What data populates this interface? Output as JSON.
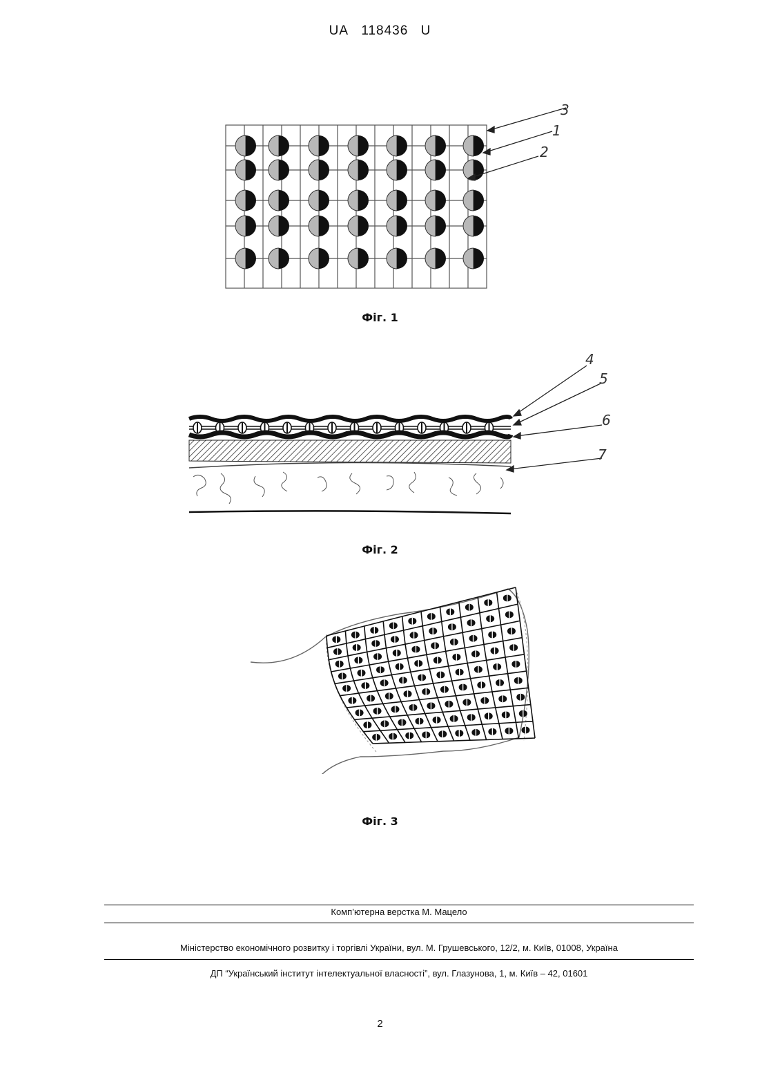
{
  "header": {
    "country": "UA",
    "number": "118436",
    "kind": "U"
  },
  "figures": [
    {
      "caption": "Фіг. 1",
      "callouts": [
        "3",
        "1",
        "2"
      ]
    },
    {
      "caption": "Фіг. 2",
      "callouts": [
        "4",
        "5",
        "6",
        "7"
      ]
    },
    {
      "caption": "Фіг. 3",
      "callouts": []
    }
  ],
  "footer": {
    "layout_credit": "Комп’ютерна верстка М. Мацело",
    "ministry": "Міністерство економічного розвитку і торгівлі України, вул. М. Грушевського, 12/2, м. Київ, 01008, Україна",
    "institute": "ДП “Український інститут інтелектуальної власності”, вул. Глазунова, 1, м. Київ – 42, 01601"
  },
  "page_number": "2"
}
